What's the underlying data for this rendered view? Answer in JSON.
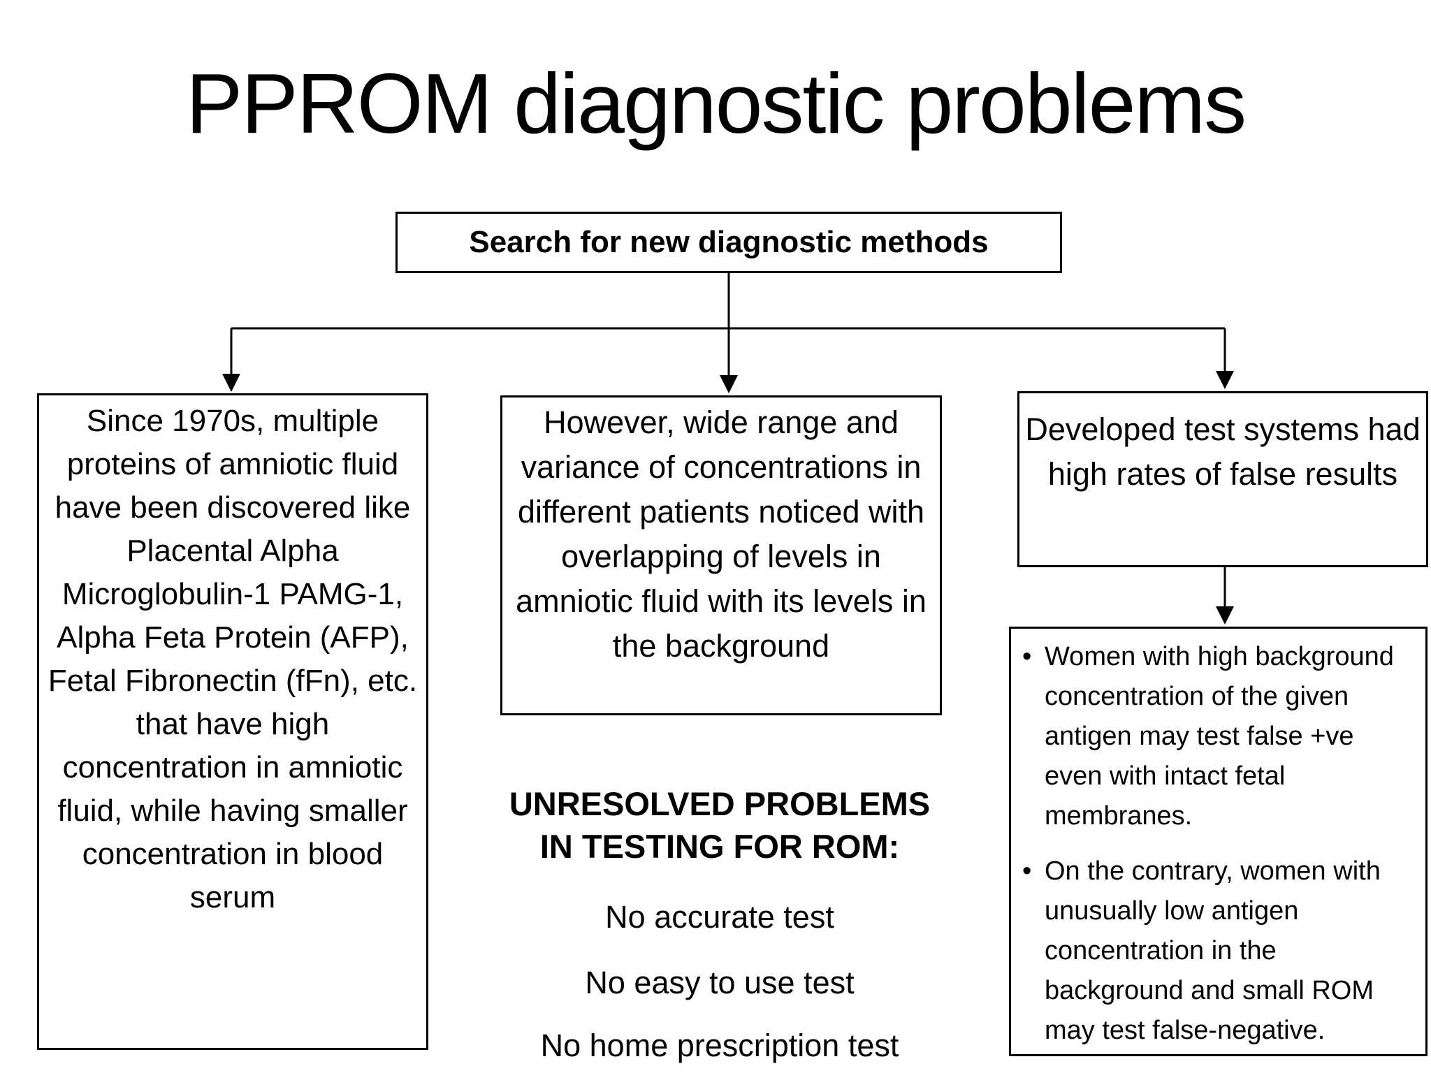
{
  "title": "PPROM diagnostic problems",
  "search_box": {
    "label": "Search for new diagnostic methods"
  },
  "boxes": {
    "left": {
      "text": "Since 1970s, multiple proteins of amniotic fluid have been discovered like Placental Alpha Microglobulin-1 PAMG-1, Alpha Feta Protein (AFP), Fetal Fibronectin (fFn), etc. that have high concentration in amniotic fluid, while having smaller concentration in blood serum"
    },
    "middle": {
      "text": "However, wide range and variance of concentrations in different patients noticed with overlapping of levels in amniotic fluid with its levels in the background"
    },
    "right_top": {
      "text": "Developed test systems had high rates of false results"
    },
    "right_bottom": {
      "bullets": [
        "Women with high background concentration of the given antigen may test false +ve even with intact fetal membranes.",
        "On the contrary, women with unusually low antigen concentration in the background and small ROM may test false-negative."
      ]
    }
  },
  "unresolved": {
    "heading_line1": "UNRESOLVED PROBLEMS",
    "heading_line2": "IN TESTING FOR ROM:",
    "items": [
      "No accurate test",
      "No easy to use test",
      "No home prescription test"
    ]
  },
  "icons": {
    "arrow_down_icon": "▼"
  },
  "colors": {
    "background": "#ffffff",
    "text": "#000000",
    "border": "#000000"
  }
}
